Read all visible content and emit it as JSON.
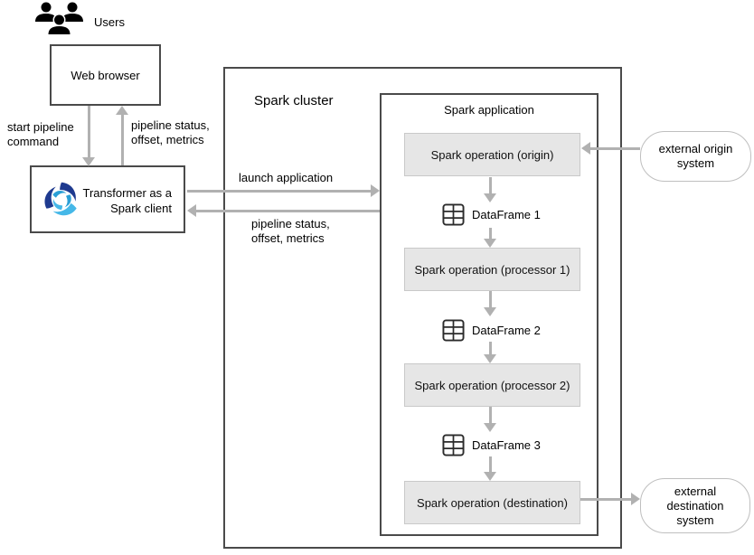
{
  "colors": {
    "arrow": "#b1b1b1",
    "box_border": "#4a4a4a",
    "operation_fill": "#e6e6e6",
    "operation_border": "#c9c9c9",
    "external_border": "#bfbfbf",
    "logo_navy": "#1e3a8f",
    "logo_cyan": "#45b8e8",
    "logo_blue": "#2a9fd6"
  },
  "users": {
    "label": "Users"
  },
  "web_browser": {
    "label": "Web browser"
  },
  "transformer": {
    "label": "Transformer as a\nSpark client"
  },
  "edges": {
    "start_pipeline": "start pipeline\ncommand",
    "pipeline_status_up": "pipeline status,\noffset, metrics",
    "launch_application": "launch application",
    "pipeline_status_return": "pipeline status,\noffset, metrics"
  },
  "cluster": {
    "title": "Spark cluster"
  },
  "app": {
    "title": "Spark application",
    "operations": [
      "Spark operation (origin)",
      "Spark operation (processor 1)",
      "Spark operation (processor 2)",
      "Spark operation (destination)"
    ],
    "dataframes": [
      "DataFrame 1",
      "DataFrame 2",
      "DataFrame 3"
    ]
  },
  "external": {
    "origin": "external origin\nsystem",
    "destination": "external\ndestination\nsystem"
  }
}
